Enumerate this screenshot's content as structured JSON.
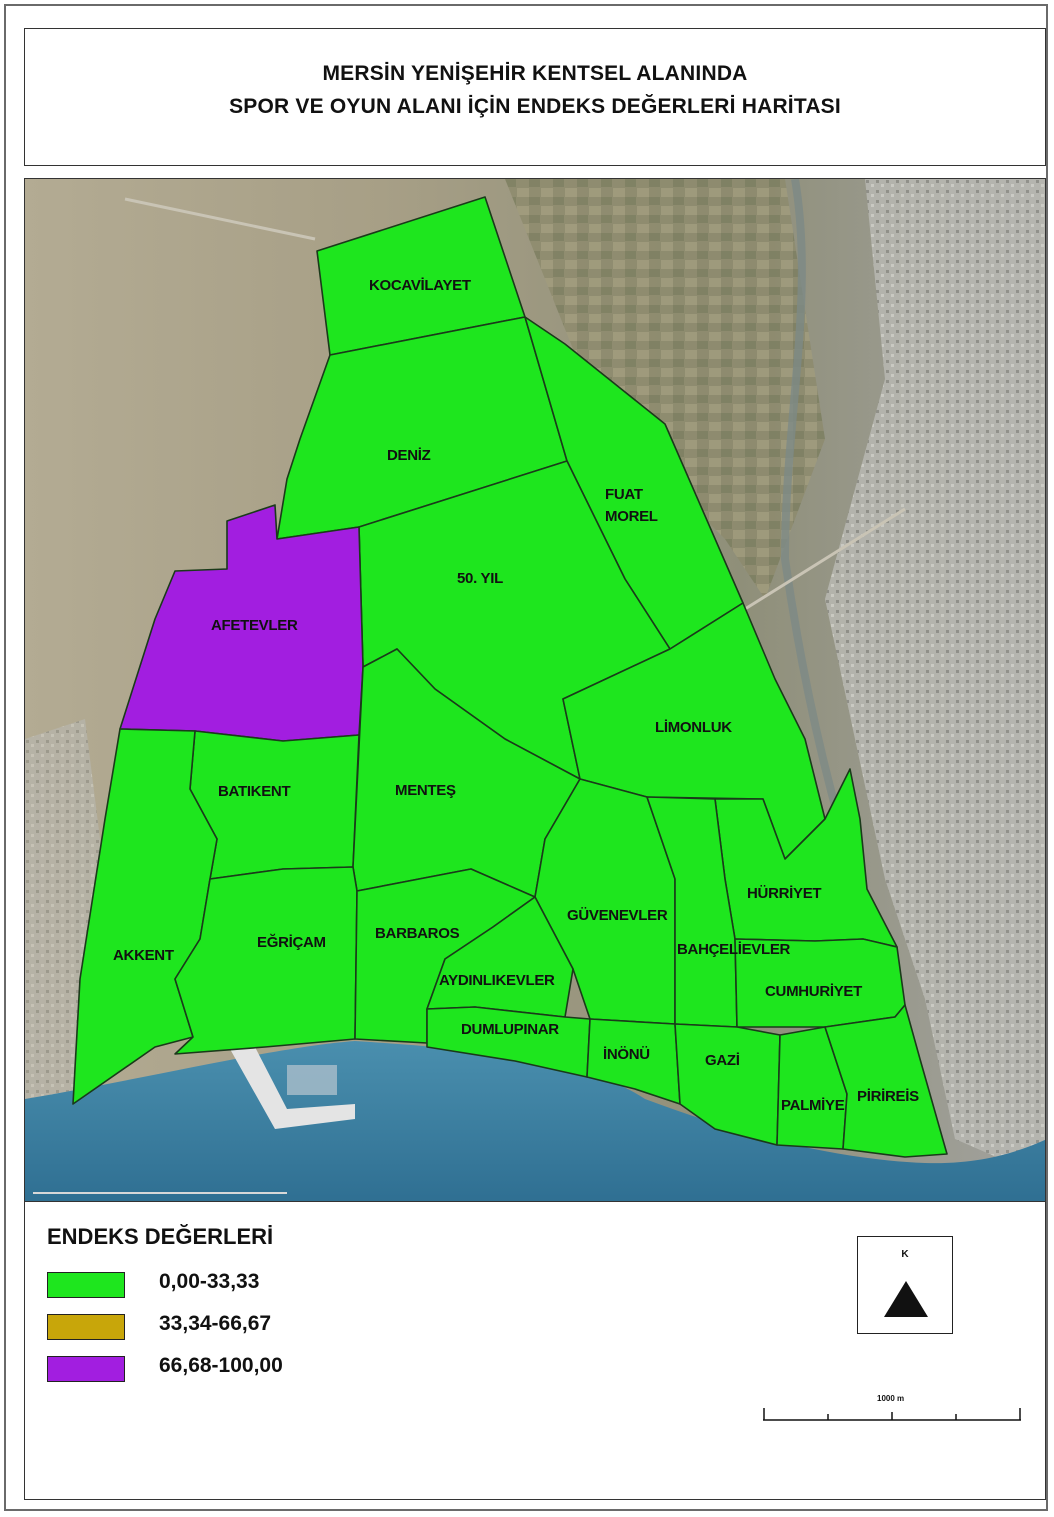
{
  "title": {
    "line1": "MERSİN YENİŞEHİR KENTSEL ALANINDA",
    "line2": "SPOR VE OYUN ALANI İÇİN ENDEKS DEĞERLERİ HARİTASI"
  },
  "colors": {
    "low": "#1ee61e",
    "medium": "#c8a60a",
    "high": "#a21ee0",
    "boundary": "#1a3a1a",
    "sea": "#3f82a3",
    "land": "#a9a18c"
  },
  "map": {
    "neighborhoods": [
      {
        "name": "KOCAVİLAYET",
        "class": "low"
      },
      {
        "name": "DENİZ",
        "class": "low"
      },
      {
        "name": "FUAT",
        "class": "low"
      },
      {
        "name": "MOREL",
        "class": "low"
      },
      {
        "name": "50. YIL",
        "class": "low"
      },
      {
        "name": "AFETEVLER",
        "class": "high"
      },
      {
        "name": "LİMONLUK",
        "class": "low"
      },
      {
        "name": "BATIKENT",
        "class": "low"
      },
      {
        "name": "MENTEŞ",
        "class": "low"
      },
      {
        "name": "HÜRRİYET",
        "class": "low"
      },
      {
        "name": "AKKENT",
        "class": "low"
      },
      {
        "name": "EĞRİÇAM",
        "class": "low"
      },
      {
        "name": "BARBAROS",
        "class": "low"
      },
      {
        "name": "GÜVENEVLER",
        "class": "low"
      },
      {
        "name": "BAHÇELİEVLER",
        "class": "low"
      },
      {
        "name": "AYDINLIKEVLER",
        "class": "low"
      },
      {
        "name": "CUMHURİYET",
        "class": "low"
      },
      {
        "name": "DUMLUPINAR",
        "class": "low"
      },
      {
        "name": "İNÖNÜ",
        "class": "low"
      },
      {
        "name": "GAZİ",
        "class": "low"
      },
      {
        "name": "PALMİYE",
        "class": "low"
      },
      {
        "name": "PİRİREİS",
        "class": "low"
      }
    ]
  },
  "legend": {
    "title": "ENDEKS DEĞERLERİ",
    "items": [
      {
        "label": "0,00-33,33",
        "color": "#1ee61e"
      },
      {
        "label": "33,34-66,67",
        "color": "#c8a60a"
      },
      {
        "label": "66,68-100,00",
        "color": "#a21ee0"
      }
    ]
  },
  "north_arrow": {
    "label": "K",
    "icon": "north-arrow-icon"
  },
  "scale": {
    "label": "1000 m"
  }
}
